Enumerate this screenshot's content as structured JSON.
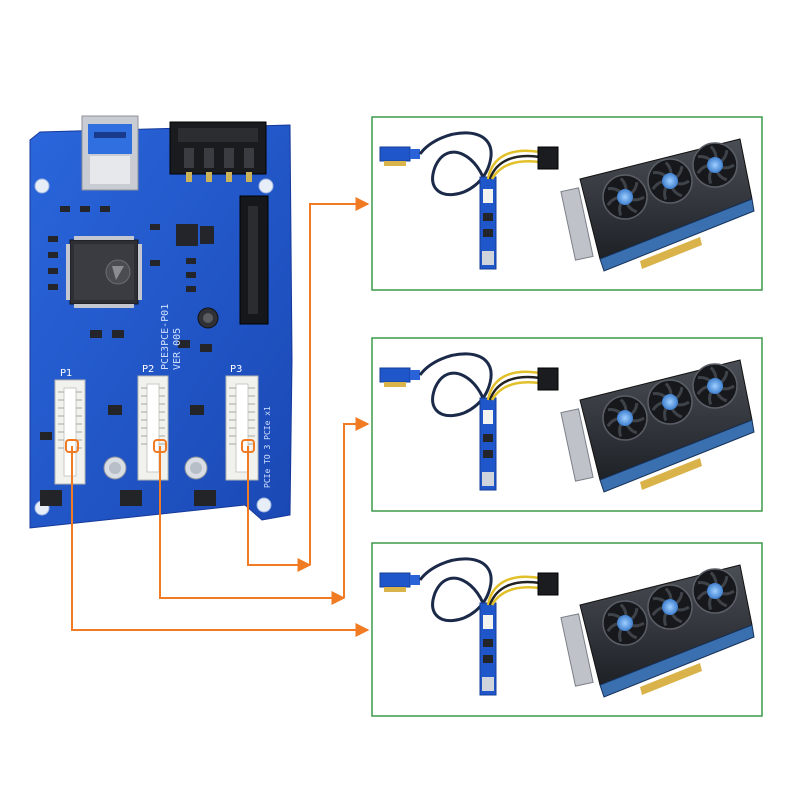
{
  "board": {
    "silkscreen_model": "PCE3PCE-P01",
    "silkscreen_version": "VER 005",
    "silkscreen_note": "PCIe TO 3 PCIe x1",
    "slots": [
      {
        "label": "P1"
      },
      {
        "label": "P2"
      },
      {
        "label": "P3"
      }
    ]
  },
  "colors": {
    "pcb_blue": "#1f56c9",
    "connector_line": "#f07b22",
    "panel_border": "#3d9a4a",
    "fan_blue": "#4a8fd8"
  },
  "panels": [
    {
      "riser": "riser-card-with-usb-cable",
      "gpu": "triple-fan-graphics-card"
    },
    {
      "riser": "riser-card-with-usb-cable",
      "gpu": "triple-fan-graphics-card"
    },
    {
      "riser": "riser-card-with-usb-cable",
      "gpu": "triple-fan-graphics-card"
    }
  ]
}
